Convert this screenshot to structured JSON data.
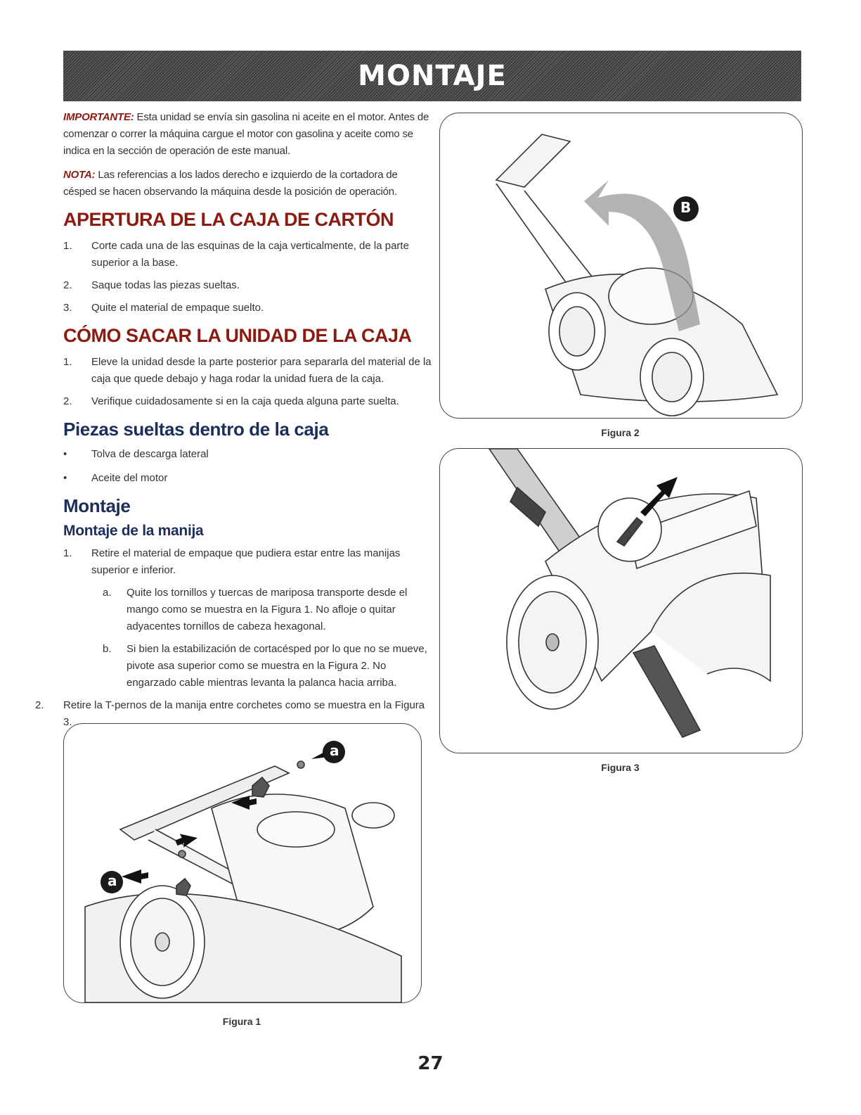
{
  "banner": {
    "title": "MONTAJE"
  },
  "intro": {
    "importante_lead": "IMPORTANTE:",
    "importante_text": " Esta unidad se envía sin gasolina ni aceite en el motor. Antes de comenzar o correr la máquina cargue el motor con gasolina y aceite como se indica en la sección de operación de este manual.",
    "nota_lead": "NOTA:",
    "nota_text": " Las referencias a los lados derecho e izquierdo de la cortadora de césped se hacen observando la máquina desde la posición de operación."
  },
  "section_apertura": {
    "title": "APERTURA DE LA CAJA DE CARTÓN",
    "steps": [
      {
        "num": "1.",
        "text": "Corte cada una de las esquinas de la caja verticalmente, de la parte superior a la base."
      },
      {
        "num": "2.",
        "text": "Saque todas las piezas sueltas."
      },
      {
        "num": "3.",
        "text": "Quite el material de empaque suelto."
      }
    ]
  },
  "section_sacar": {
    "title": "CÓMO SACAR LA UNIDAD DE LA CAJA",
    "steps": [
      {
        "num": "1.",
        "text": "Eleve la unidad desde la parte posterior para separarla del material de la caja que quede debajo y haga rodar la unidad fuera de la caja."
      },
      {
        "num": "2.",
        "text": "Verifique cuidadosamente si en la caja queda alguna parte suelta."
      }
    ]
  },
  "section_piezas": {
    "title": "Piezas sueltas dentro de la caja",
    "bullet_char": "•",
    "items": [
      "Tolva de descarga lateral",
      "Aceite del motor"
    ]
  },
  "section_montaje": {
    "title": "Montaje",
    "subtitle": "Montaje de la manija",
    "step1_num": "1.",
    "step1_text": "Retire el material de empaque que pudiera estar entre las manijas superior e inferior.",
    "substeps": [
      {
        "letter": "a.",
        "text": "Quite los tornillos y tuercas de mariposa transporte desde el mango como se muestra en la Figura 1. No afloje o quitar adyacentes tornillos de cabeza hexagonal."
      },
      {
        "letter": "b.",
        "text": "Si bien la estabilización de cortacésped por lo que no se mueve, pivote asa superior como se muestra en la Figura 2. No engarzado cable mientras levanta la palanca hacia arriba."
      }
    ],
    "step2_num": "2.",
    "step2_text": "Retire la T-pernos de la manija entre corchetes como se muestra en la Figura 3."
  },
  "figures": {
    "fig1": {
      "caption": "Figura 1",
      "callout": "a"
    },
    "fig2": {
      "caption": "Figura 2",
      "callout": "B"
    },
    "fig3": {
      "caption": "Figura 3"
    }
  },
  "page_number": "27",
  "colors": {
    "heading_red": "#8b1a10",
    "heading_blue": "#1b2f5a",
    "banner": "#3a3a3a"
  }
}
